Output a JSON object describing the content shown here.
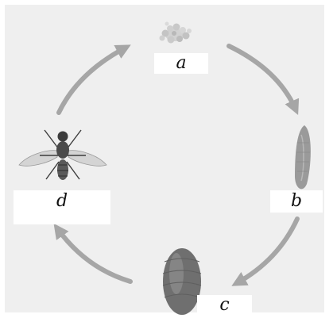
{
  "diagram": {
    "type": "life-cycle",
    "stages": [
      {
        "id": "a",
        "label": "a",
        "depicts": "eggs",
        "color": "#c9c9c9"
      },
      {
        "id": "b",
        "label": "b",
        "depicts": "larva",
        "color": "#9a9a9a"
      },
      {
        "id": "c",
        "label": "c",
        "depicts": "pupa",
        "color": "#6f6f6f"
      },
      {
        "id": "d",
        "label": "d",
        "depicts": "adult fly",
        "color": "#3c3c3c"
      }
    ],
    "arrow_color": "#a6a6a6",
    "panel_color": "#efefef"
  }
}
